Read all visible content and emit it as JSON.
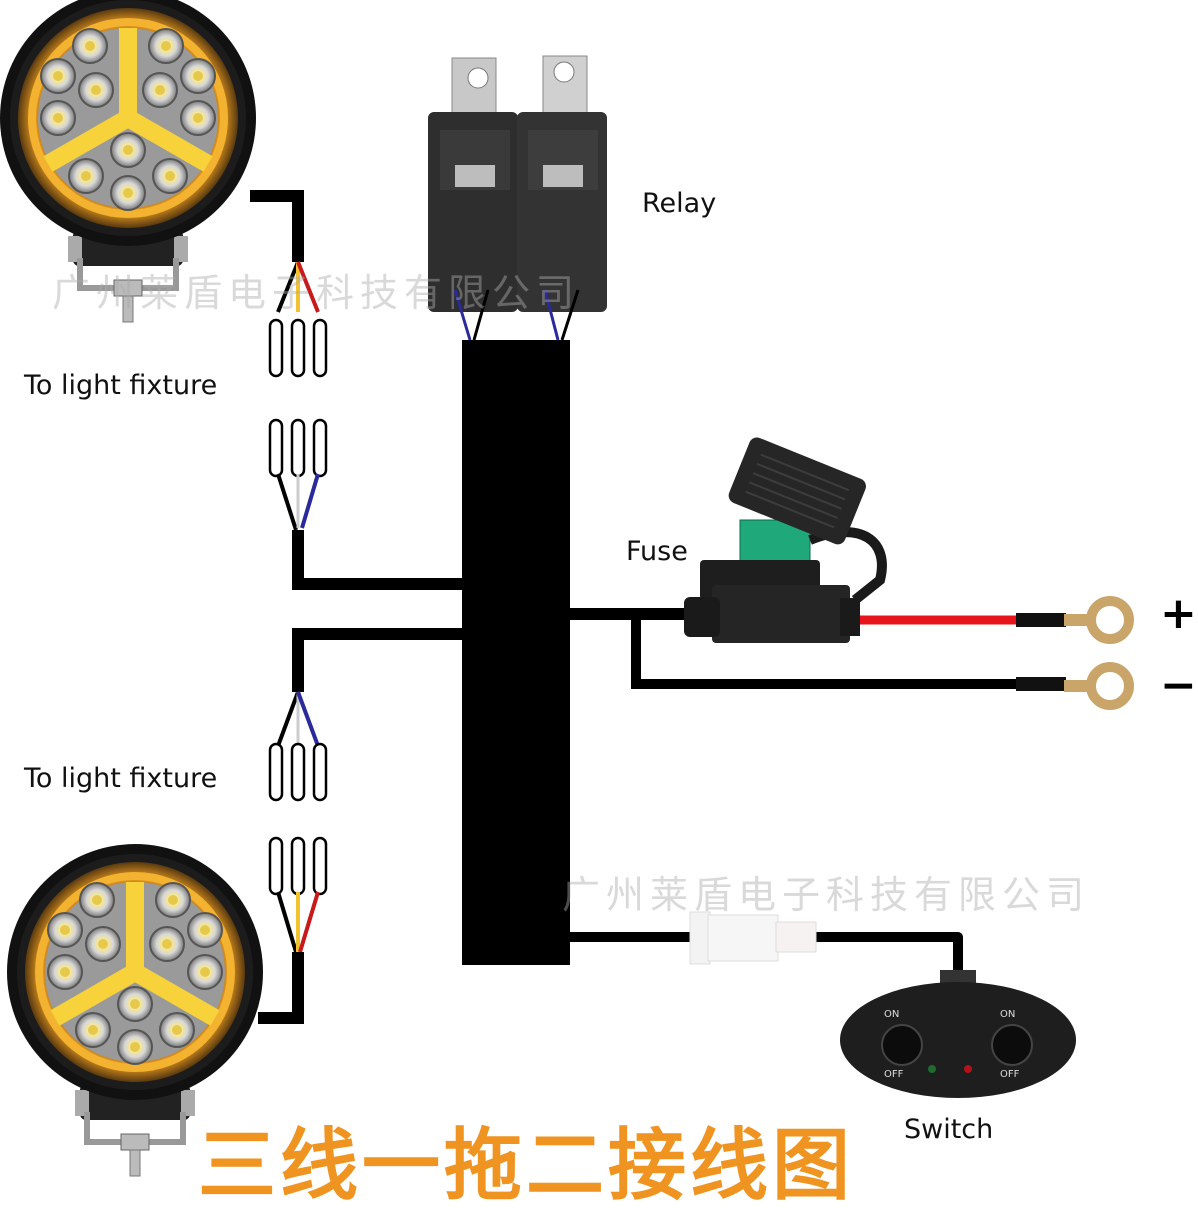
{
  "title": "三线一拖二接线图",
  "watermark": "广州莱盾电子科技有限公司",
  "labels": {
    "relay": "Relay",
    "fuse": "Fuse",
    "switch": "Switch",
    "light_top": "To light fixture",
    "light_bottom": "To light fixture",
    "positive": "+",
    "negative": "−"
  },
  "switch_panel": {
    "left_on": "ON",
    "left_off": "OFF",
    "right_on": "ON",
    "right_off": "OFF",
    "indicator_left_color": "#1f6b2e",
    "indicator_right_color": "#b3121a"
  },
  "colors": {
    "accent_orange": "#ef9421",
    "wire_black": "#000000",
    "wire_red": "#e8141b",
    "wire_yellow": "#f2c230",
    "wire_blue": "#2a2a9a",
    "fuse_green": "#1fa97a",
    "terminal_brass": "#c9a56a"
  }
}
